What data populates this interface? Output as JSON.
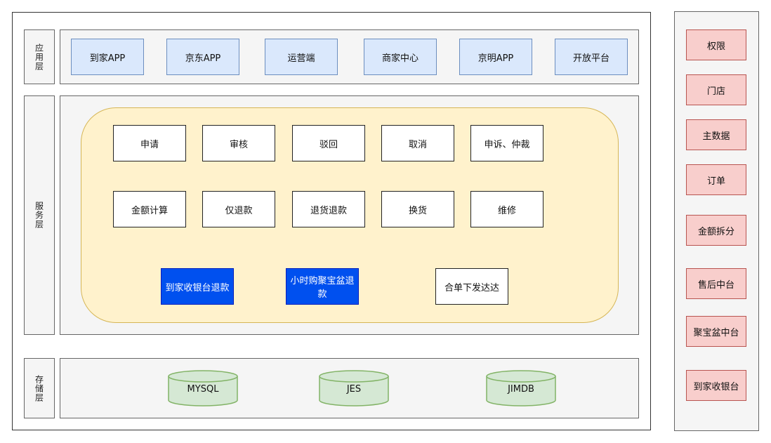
{
  "layers": {
    "application": {
      "label": "应用层"
    },
    "service": {
      "label": "服务层"
    },
    "storage": {
      "label": "存储层"
    }
  },
  "apps": [
    "到家APP",
    "京东APP",
    "运营端",
    "商家中心",
    "京明APP",
    "开放平台"
  ],
  "services": {
    "row1": [
      "申请",
      "审核",
      "驳回",
      "取消",
      "申诉、仲裁"
    ],
    "row2": [
      "金额计算",
      "仅退款",
      "退货退款",
      "换货",
      "维修"
    ],
    "row3": [
      "到家收银台退款",
      "小时购聚宝盆退款",
      "合单下发达达"
    ]
  },
  "storage": [
    "MYSQL",
    "JES",
    "JIMDB"
  ],
  "side": [
    "权限",
    "门店",
    "主数据",
    "订单",
    "金额拆分",
    "售后中台",
    "聚宝盆中台",
    "到家收银台"
  ],
  "colors": {
    "app_fill": "#dae8fc",
    "service_zone_fill": "#fff2cc",
    "highlight_blue": "#0050ef",
    "side_fill": "#f8cecc",
    "db_fill": "#d5e8d4",
    "db_stroke": "#82b366"
  }
}
